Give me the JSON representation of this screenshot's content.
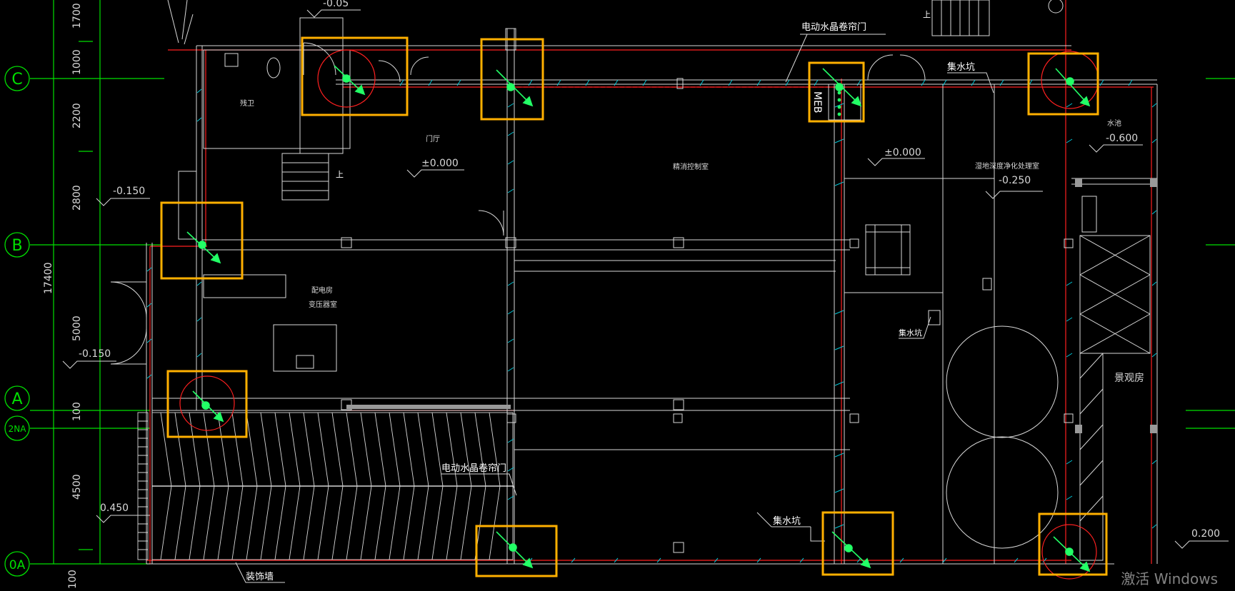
{
  "axes": [
    {
      "label": "C"
    },
    {
      "label": "B"
    },
    {
      "label": "A"
    },
    {
      "label": "2NA"
    },
    {
      "label": "0A"
    }
  ],
  "dimensions": [
    "1700",
    "1000",
    "2200",
    "2800",
    "5000",
    "100",
    "4500",
    "100",
    "17400"
  ],
  "levels": {
    "top": "-0.05",
    "left_upper": "-0.150",
    "left_lower": "-0.150",
    "left_bottom": "0.450",
    "lobby": "±0.000",
    "mid_right": "±0.000",
    "treatment": "-0.250",
    "pool": "-0.600",
    "bottom_right": "0.200"
  },
  "rooms": {
    "washroom": "残卫",
    "lobby": "门厅",
    "fire_control": "精消控制室",
    "electrical_room": "配电房",
    "transformer": "变压器室",
    "water_treatment": "湿地深度净化处理室",
    "pool": "水池",
    "landscape": "景观房"
  },
  "annotations": {
    "door_top": "电动水晶卷帘门",
    "door_bottom": "电动水晶卷帘门",
    "sump_top": "集水坑",
    "sump_mid": "集水坑",
    "sump_bottom": "集水坑",
    "meb": "MEB",
    "deco_wall": "装饰墙",
    "stair_up_1": "上",
    "stair_up_2": "上"
  },
  "watermark": "激活 Windows",
  "colors": {
    "background": "#000000",
    "wall": "#d8d8d8",
    "axis": "#00e000",
    "red_line": "#ff2020",
    "highlight": "#ffb000",
    "hatch": "#00c8d8",
    "arrow": "#22ff66"
  }
}
